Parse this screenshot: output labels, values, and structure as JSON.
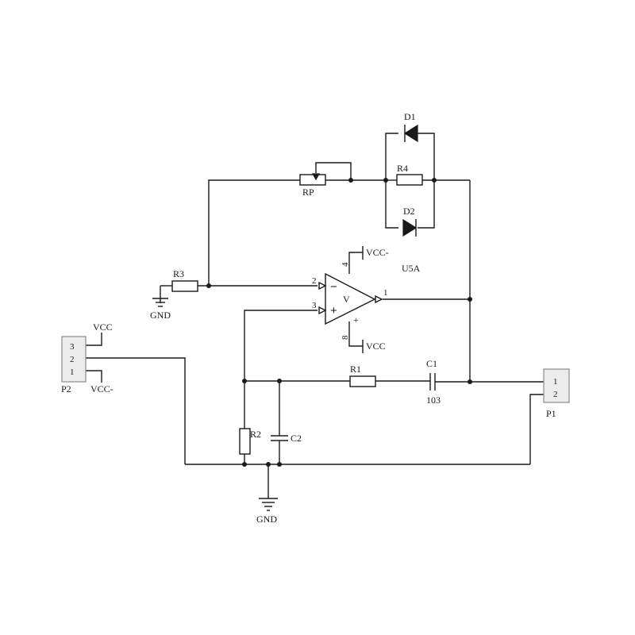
{
  "components": {
    "D1": "D1",
    "D2": "D2",
    "R1": "R1",
    "R2": "R2",
    "R3": "R3",
    "R4": "R4",
    "RP": "RP",
    "C1": "C1",
    "C1_value": "103",
    "C2": "C2",
    "U5A": "U5A",
    "P1": "P1",
    "P2": "P2"
  },
  "opamp": {
    "inv_sign": "−",
    "noninv_sign": "+",
    "center": "V",
    "supply_sign": "+",
    "pin_inv": "2",
    "pin_noninv": "3",
    "pin_out": "1",
    "pin_neg_supply": "4",
    "pin_pos_supply": "8"
  },
  "nets": {
    "vcc_neg": "VCC-",
    "vcc": "VCC",
    "gnd": "GND"
  },
  "p2_pins": [
    "3",
    "2",
    "1"
  ],
  "p1_pins": [
    "1",
    "2"
  ]
}
